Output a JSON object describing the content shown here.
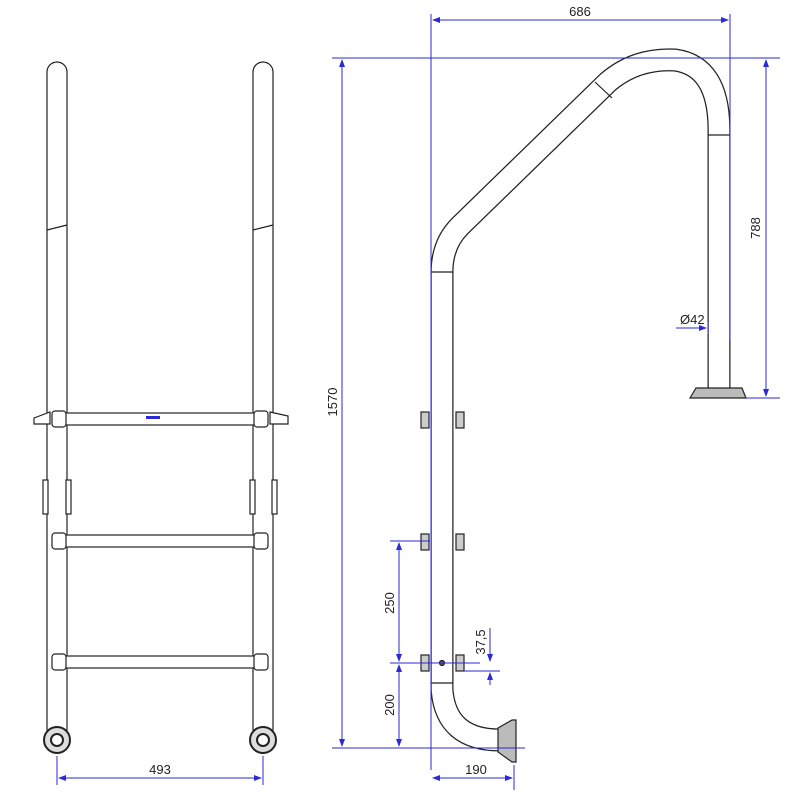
{
  "drawing": {
    "colors": {
      "dimension": "#2a2ad6",
      "outline": "#222222"
    },
    "dimensions": {
      "top_width": "686",
      "handrail_height": "788",
      "tube_diameter": "Ø42",
      "total_height": "1570",
      "step_spacing": "250",
      "bracket_offset": "37,5",
      "bottom_step_height": "200",
      "foot_depth": "190",
      "ladder_width": "493"
    }
  }
}
